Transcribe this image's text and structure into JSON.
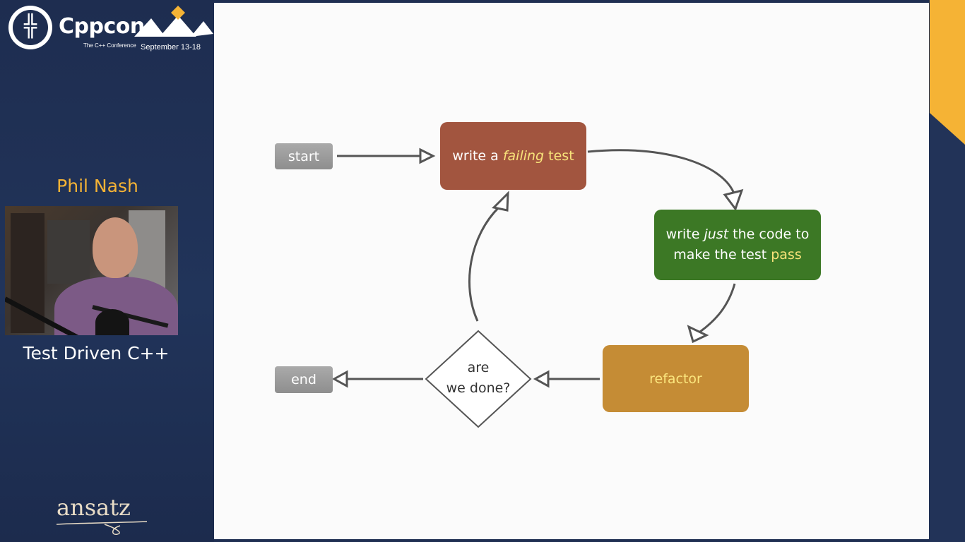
{
  "conference": {
    "name": "Cppcon",
    "tagline": "The C++ Conference",
    "dates": "September 13-18"
  },
  "speaker": {
    "name": "Phil Nash"
  },
  "talk": {
    "title": "Test Driven C++"
  },
  "sponsor": {
    "name": "ansatz"
  },
  "colors": {
    "accent_orange": "#f5b335",
    "panel_navy": "#1e2d50",
    "failing_box": "#a2553f",
    "passing_box": "#3c7825",
    "refactor_box": "#c58c35",
    "terminal_box": "#9c9c9c"
  },
  "diagram": {
    "start": "start",
    "end": "end",
    "failing": {
      "pre": "write a ",
      "em": "failing",
      "post": " test"
    },
    "passing": {
      "line1_pre": "write ",
      "line1_em": "just",
      "line1_post": " the code to",
      "line2_pre": "make the test ",
      "line2_em": "pass"
    },
    "refactor": "refactor",
    "decision": {
      "line1": "are",
      "line2": "we done?"
    }
  }
}
